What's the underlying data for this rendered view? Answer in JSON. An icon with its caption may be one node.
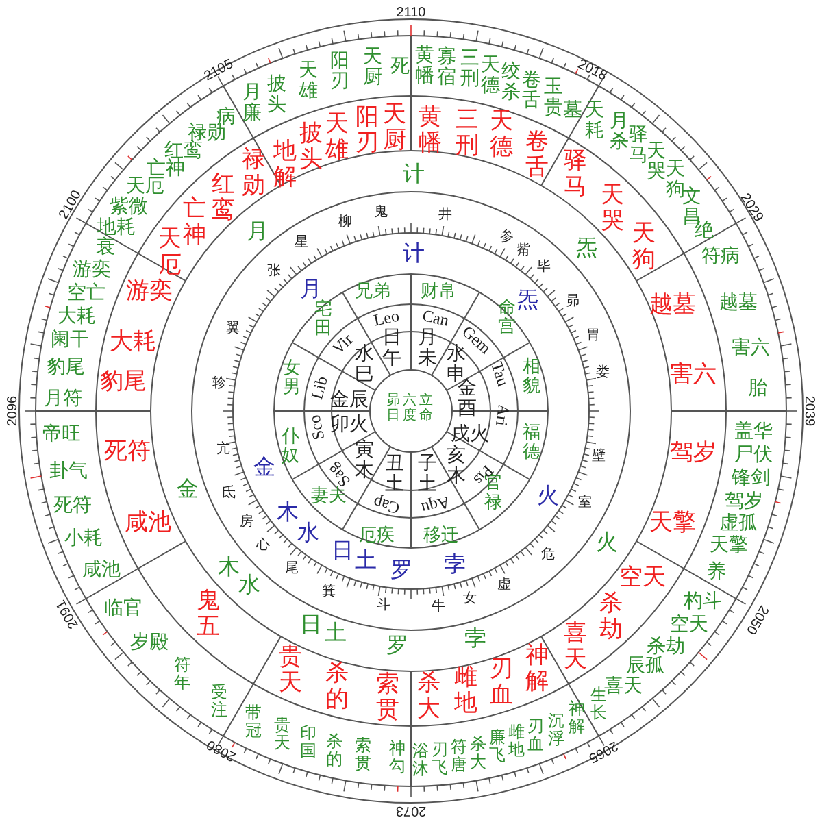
{
  "diagram": {
    "labels": [
      "2110",
      "2018",
      "2029",
      "2039",
      "2050",
      "2065",
      "2073",
      "2080",
      "2091",
      "2096",
      "2100",
      "2105",
      "月廉",
      "披头",
      "天雄",
      "阳刃",
      "天厨",
      "死",
      "黄幡",
      "寡宿",
      "三刑",
      "天德",
      "绞杀",
      "卷舌",
      "玉贵",
      "墓",
      "天耗",
      "月杀",
      "驿马",
      "天哭",
      "天狗",
      "文昌",
      "绝",
      "符病",
      "越墓",
      "害六",
      "胎",
      "盖华",
      "尸伏",
      "锋剑",
      "驾岁",
      "虚孤",
      "天擎",
      "养",
      "杓斗",
      "空天",
      "杀劫",
      "辰孤",
      "喜天",
      "生长",
      "神解",
      "沉浮",
      "刃血",
      "雌地",
      "廉飞",
      "杀大",
      "符唐",
      "刃飞",
      "浴沐",
      "神勾",
      "索贯",
      "杀的",
      "印国",
      "贵天",
      "带冠",
      "受注",
      "符年",
      "岁殿",
      "临官",
      "咸池",
      "小耗",
      "死符",
      "卦气",
      "帝旺",
      "月符",
      "豹尾",
      "阑干",
      "大耗",
      "空亡",
      "游奕",
      "衰",
      "地耗",
      "紫微",
      "天厄",
      "亡神",
      "红鸾",
      "禄勋",
      "病",
      "天厨",
      "阳刃",
      "天雄",
      "披头",
      "地解",
      "禄勋",
      "红鸾",
      "亡神",
      "天厄",
      "游奕",
      "大耗",
      "豹尾",
      "死符",
      "咸池",
      "鬼五",
      "贵天",
      "杀的",
      "索贯",
      "杀大",
      "雌地",
      "刃血",
      "神解",
      "喜天",
      "杀劫",
      "空天",
      "天擎",
      "驾岁",
      "害六",
      "越墓",
      "天狗",
      "天哭",
      "驿马",
      "卷舌",
      "天德",
      "三刑",
      "黄幡",
      "计",
      "炁",
      "火",
      "孛",
      "罗",
      "土",
      "日",
      "水",
      "木",
      "金",
      "月",
      "鬼",
      "井",
      "参",
      "觜",
      "毕",
      "昴",
      "胃",
      "娄",
      "壁",
      "室",
      "危",
      "虚",
      "女",
      "牛",
      "斗",
      "箕",
      "尾",
      "心",
      "房",
      "氐",
      "亢",
      "轸",
      "翼",
      "张",
      "星",
      "柳",
      "计",
      "炁",
      "火",
      "孛",
      "罗",
      "土",
      "日",
      "水",
      "木",
      "金",
      "月",
      "兄弟",
      "财帛",
      "命宫",
      "相貌",
      "福德",
      "官禄",
      "移迁",
      "厄疾",
      "妻夫",
      "仆奴",
      "女男",
      "宅田",
      "Leo",
      "Can",
      "Gem",
      "Tau",
      "Ari",
      "Pis",
      "Aqu",
      "Cap",
      "Sag",
      "Sco",
      "Lib",
      "Vir",
      "日午",
      "月未",
      "水申",
      "金酉",
      "戌火",
      "亥木",
      "子土",
      "丑土",
      "寅木",
      "卯火",
      "金辰",
      "水巳",
      "立命",
      "六度",
      "昴日"
    ]
  }
}
